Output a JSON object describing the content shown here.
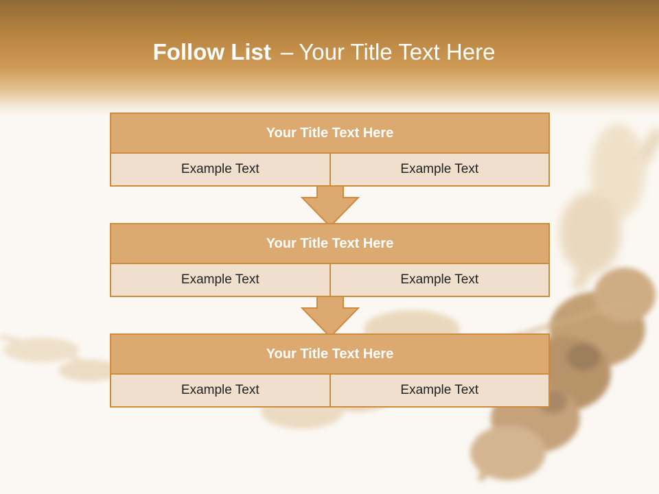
{
  "slide": {
    "title_bold": "Follow List",
    "title_separator": "–",
    "title_rest": "Your Title Text Here"
  },
  "steps": [
    {
      "title": "Your Title Text Here",
      "left_text": "Example Text",
      "right_text": "Example Text"
    },
    {
      "title": "Your Title Text Here",
      "left_text": "Example Text",
      "right_text": "Example Text"
    },
    {
      "title": "Your Title Text Here",
      "left_text": "Example Text",
      "right_text": "Example Text"
    }
  ],
  "colors": {
    "header_band": "#c48a45",
    "box_header": "#dca970",
    "box_body": "#f0dfcc",
    "box_border": "#d08a3c",
    "arrow_fill": "#dca970",
    "background": "#fbf8f3"
  }
}
